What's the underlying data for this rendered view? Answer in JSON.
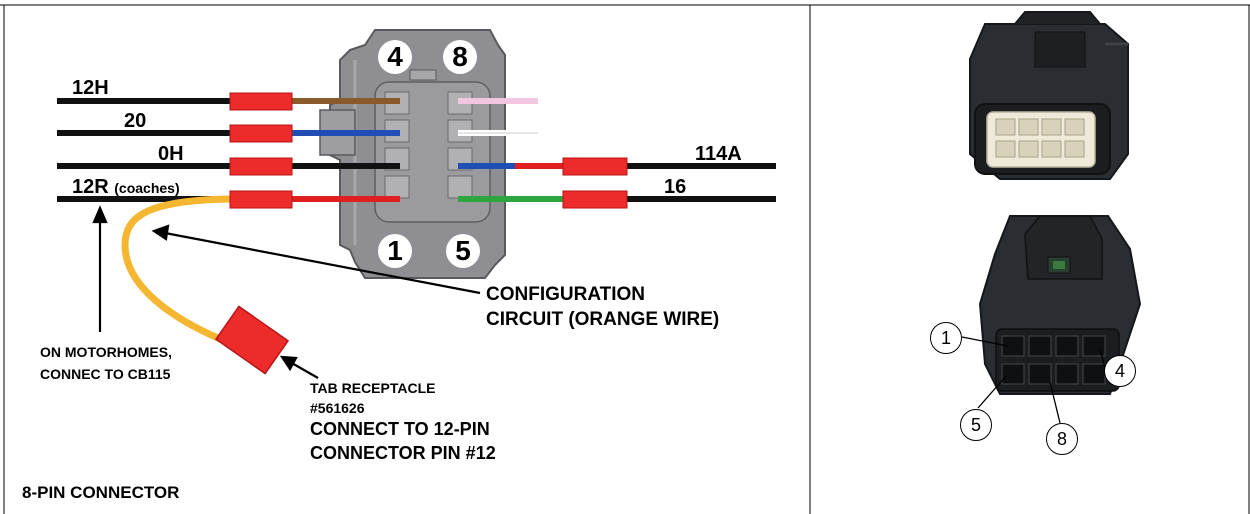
{
  "wires_left": [
    {
      "label": "12H",
      "wire_color": "#8b5a2b"
    },
    {
      "label": "20",
      "wire_color": "#1f4fb5"
    },
    {
      "label": "0H",
      "wire_color": "#111111"
    },
    {
      "label": "12R",
      "sub": "(coaches)",
      "wire_color": "#e02020"
    }
  ],
  "wires_right": [
    {
      "label": "114A"
    },
    {
      "label": "16"
    }
  ],
  "pin_numbers": {
    "top_left": "4",
    "top_right": "8",
    "bottom_left": "1",
    "bottom_right": "5"
  },
  "annotations": {
    "config_line1": "CONFIGURATION",
    "config_line2": "CIRCUIT (ORANGE WIRE)",
    "motorhome_line1": "ON MOTORHOMES,",
    "motorhome_line2": "CONNEC TO CB115",
    "tab_line1": "TAB RECEPTACLE",
    "tab_line2": "#561626",
    "connect_line1": "CONNECT TO 12-PIN",
    "connect_line2": "CONNECTOR PIN #12"
  },
  "caption": "8-PIN CONNECTOR",
  "photo_callouts": {
    "c1": "1",
    "c4": "4",
    "c5": "5",
    "c8": "8"
  },
  "colors": {
    "connector_gray": "#8e8e93",
    "heat_shrink_red": "#ee2b2b",
    "orange_wire": "#f5b731",
    "pink": "#f1c6de",
    "white": "#ffffff",
    "blue": "#1f4fb5",
    "green": "#2fa53f",
    "dark_plug": "#2a2d31",
    "plug_cavity": "#eee9d8"
  }
}
